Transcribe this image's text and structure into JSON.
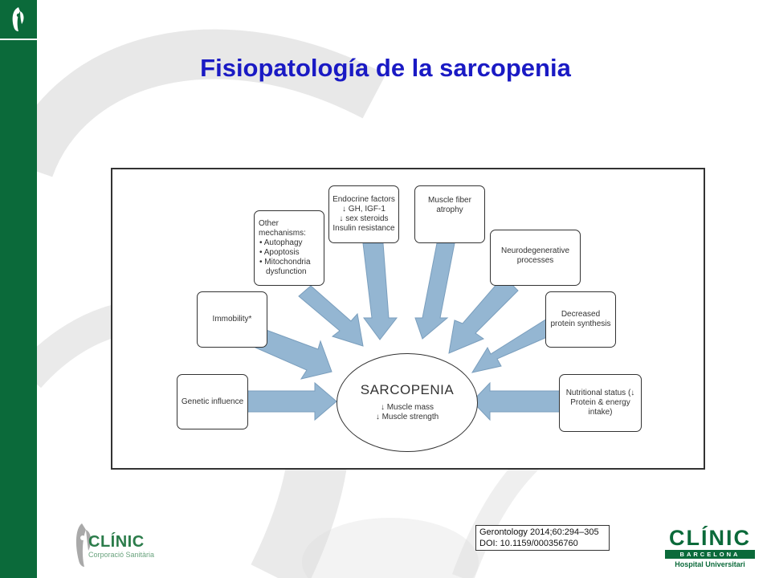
{
  "slide": {
    "title": "Fisiopatología de la sarcopenia",
    "accent_color": "#1a1ac4",
    "sidebar_color": "#0b6a3a"
  },
  "diagram": {
    "center": {
      "title": "SARCOPENIA",
      "line1": "↓ Muscle mass",
      "line2": "↓ Muscle strength"
    },
    "nodes": {
      "genetic": "Genetic influence",
      "immobility": "Immobility*",
      "other": {
        "heading": "Other mechanisms:",
        "items": [
          "Autophagy",
          "Apoptosis",
          "Mitochondria dysfunction"
        ]
      },
      "endocrine": {
        "line1": "Endocrine factors",
        "line2": "↓ GH, IGF-1",
        "line3": "↓ sex steroids",
        "line4": "Insulin resistance"
      },
      "fiber": "Muscle fiber atrophy",
      "neuro": "Neurodegenerative processes",
      "protein": "Decreased protein synthesis",
      "nutrition": "Nutritional status (↓ Protein & energy intake)"
    },
    "arrow_color": "#94b6d2"
  },
  "citation": {
    "line1": "Gerontology 2014;60:294–305",
    "line2": "DOI: 10.1159/000356760"
  },
  "logos": {
    "left": {
      "name": "CLÍNIC",
      "sub": "Corporació Sanitària"
    },
    "right": {
      "name": "CLÍNIC",
      "city": "BARCELONA",
      "sub": "Hospital Universitari"
    }
  }
}
